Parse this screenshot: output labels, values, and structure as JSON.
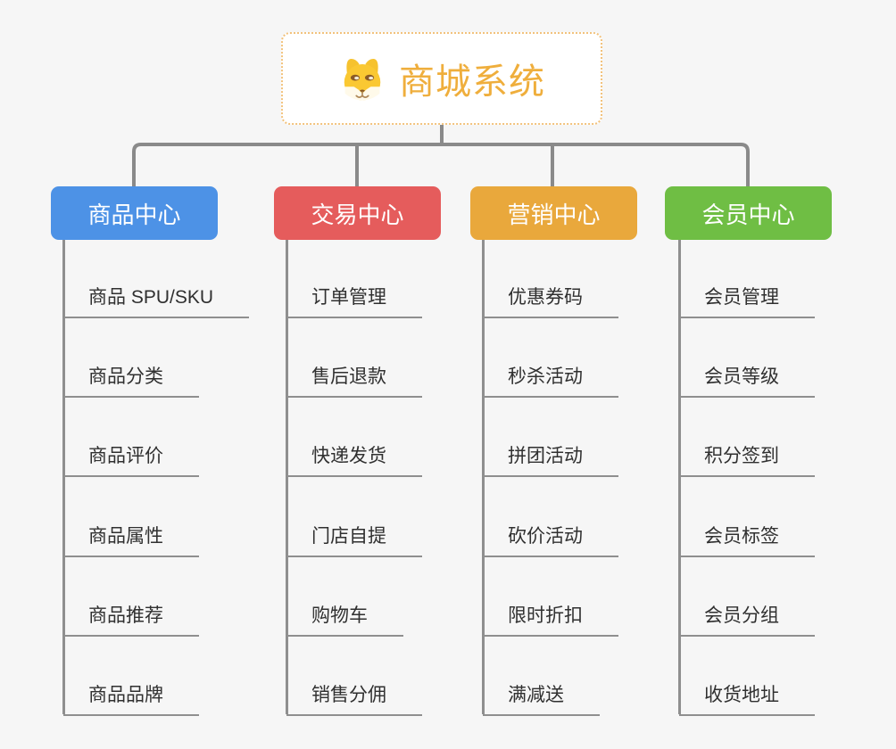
{
  "root": {
    "title": "商城系统",
    "icon": "dog-icon",
    "accent_color": "#efae3c",
    "border_color": "#f2c27c"
  },
  "colors": {
    "connector": "#8a8a8a",
    "child_line": "#8f8f8f"
  },
  "branches": [
    {
      "label": "商品中心",
      "color": "#4d92e6",
      "children": [
        "商品 SPU/SKU",
        "商品分类",
        "商品评价",
        "商品属性",
        "商品推荐",
        "商品品牌"
      ]
    },
    {
      "label": "交易中心",
      "color": "#e55c5c",
      "children": [
        "订单管理",
        "售后退款",
        "快递发货",
        "门店自提",
        "购物车",
        "销售分佣"
      ]
    },
    {
      "label": "营销中心",
      "color": "#e9a83c",
      "children": [
        "优惠券码",
        "秒杀活动",
        "拼团活动",
        "砍价活动",
        "限时折扣",
        "满减送"
      ]
    },
    {
      "label": "会员中心",
      "color": "#6fbe44",
      "children": [
        "会员管理",
        "会员等级",
        "积分签到",
        "会员标签",
        "会员分组",
        "收货地址"
      ]
    }
  ]
}
